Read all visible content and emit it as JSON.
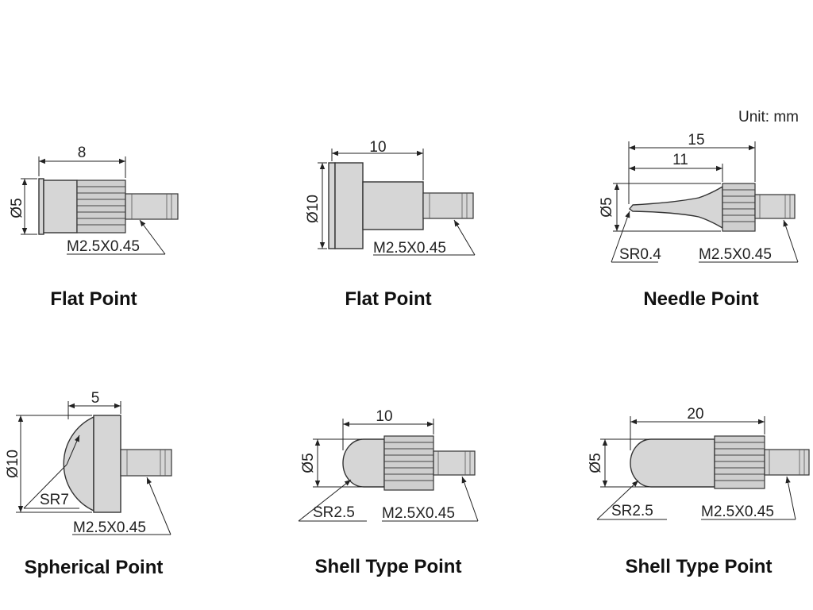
{
  "unit_label": "Unit: mm",
  "thread_spec": "M2.5X0.45",
  "points": [
    {
      "title": "Flat Point",
      "dim_length": "8",
      "dim_diameter": "Ø5"
    },
    {
      "title": "Flat Point",
      "dim_length": "10",
      "dim_diameter": "Ø10"
    },
    {
      "title": "Needle Point",
      "dim_length": "15",
      "dim_length_inner": "11",
      "dim_diameter": "Ø5",
      "tip_radius": "SR0.4"
    },
    {
      "title": "Spherical Point",
      "dim_length": "5",
      "dim_diameter": "Ø10",
      "tip_radius": "SR7"
    },
    {
      "title": "Shell Type Point",
      "dim_length": "10",
      "dim_diameter": "Ø5",
      "tip_radius": "SR2.5"
    },
    {
      "title": "Shell Type Point",
      "dim_length": "20",
      "dim_diameter": "Ø5",
      "tip_radius": "SR2.5"
    }
  ]
}
